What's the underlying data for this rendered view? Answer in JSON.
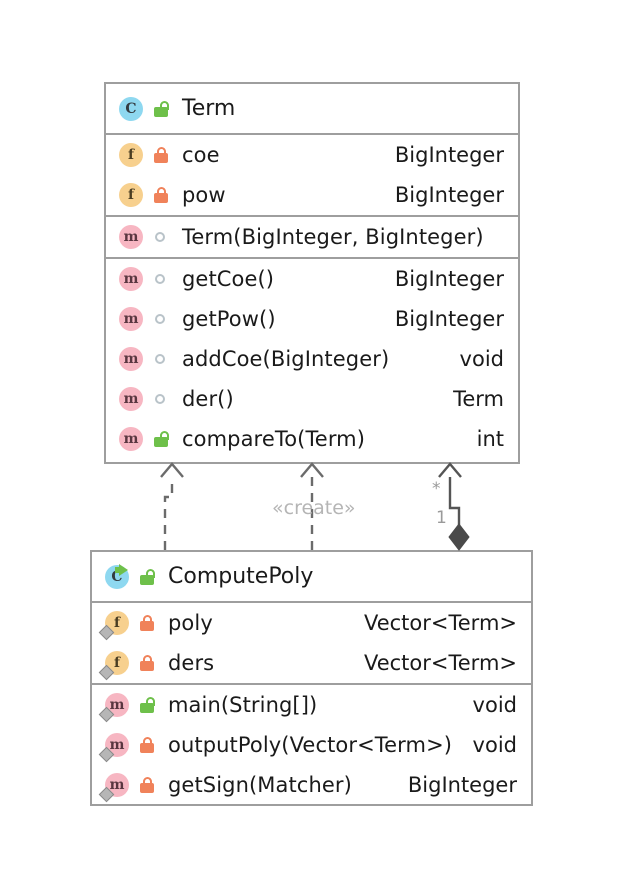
{
  "diagram": {
    "kind": "uml-class-diagram",
    "background": "#ffffff",
    "border_color": "#9e9e9e",
    "connector_color": "#6b6b6b",
    "label_color": "#b5b5b5"
  },
  "classes": [
    {
      "id": "term",
      "name": "Term",
      "icon": "class-icon",
      "visibility_icon": "lock-open-icon",
      "runnable": false,
      "fields": [
        {
          "name": "coe",
          "type": "BigInteger",
          "icon": "field-icon",
          "visibility_icon": "lock-closed-icon",
          "static": false
        },
        {
          "name": "pow",
          "type": "BigInteger",
          "icon": "field-icon",
          "visibility_icon": "lock-closed-icon",
          "static": false
        }
      ],
      "constructors": [
        {
          "name": "Term(BigInteger, BigInteger)",
          "type": "",
          "icon": "method-icon",
          "visibility_icon": "package-private-icon",
          "static": false
        }
      ],
      "methods": [
        {
          "name": "getCoe()",
          "type": "BigInteger",
          "icon": "method-icon",
          "visibility_icon": "package-private-icon",
          "static": false
        },
        {
          "name": "getPow()",
          "type": "BigInteger",
          "icon": "method-icon",
          "visibility_icon": "package-private-icon",
          "static": false
        },
        {
          "name": "addCoe(BigInteger)",
          "type": "void",
          "icon": "method-icon",
          "visibility_icon": "package-private-icon",
          "static": false
        },
        {
          "name": "der()",
          "type": "Term",
          "icon": "method-icon",
          "visibility_icon": "package-private-icon",
          "static": false
        },
        {
          "name": "compareTo(Term)",
          "type": "int",
          "icon": "method-icon",
          "visibility_icon": "lock-open-icon",
          "static": false
        }
      ]
    },
    {
      "id": "computepoly",
      "name": "ComputePoly",
      "icon": "runnable-class-icon",
      "visibility_icon": "lock-open-icon",
      "runnable": true,
      "fields": [
        {
          "name": "poly",
          "type": "Vector<Term>",
          "icon": "field-icon",
          "visibility_icon": "lock-closed-icon",
          "static": true
        },
        {
          "name": "ders",
          "type": "Vector<Term>",
          "icon": "field-icon",
          "visibility_icon": "lock-closed-icon",
          "static": true
        }
      ],
      "constructors": [],
      "methods": [
        {
          "name": "main(String[])",
          "type": "void",
          "icon": "method-icon",
          "visibility_icon": "lock-open-icon",
          "static": true
        },
        {
          "name": "outputPoly(Vector<Term>)",
          "type": "void",
          "icon": "method-icon",
          "visibility_icon": "lock-closed-icon",
          "static": true
        },
        {
          "name": "getSign(Matcher)",
          "type": "BigInteger",
          "icon": "method-icon",
          "visibility_icon": "lock-closed-icon",
          "static": true
        }
      ]
    }
  ],
  "relationships": [
    {
      "id": "dep-left",
      "type": "dependency",
      "style": "dashed",
      "arrow": "open",
      "label": "",
      "from": "computepoly",
      "to": "term",
      "source_multiplicity": "",
      "target_multiplicity": ""
    },
    {
      "id": "dep-create",
      "type": "dependency",
      "style": "dashed",
      "arrow": "open",
      "label": "«create»",
      "from": "computepoly",
      "to": "term",
      "source_multiplicity": "",
      "target_multiplicity": ""
    },
    {
      "id": "composition",
      "type": "composition",
      "style": "solid",
      "arrow": "open-with-filled-diamond",
      "label": "",
      "from": "computepoly",
      "to": "term",
      "source_multiplicity": "1",
      "target_multiplicity": "*"
    }
  ]
}
